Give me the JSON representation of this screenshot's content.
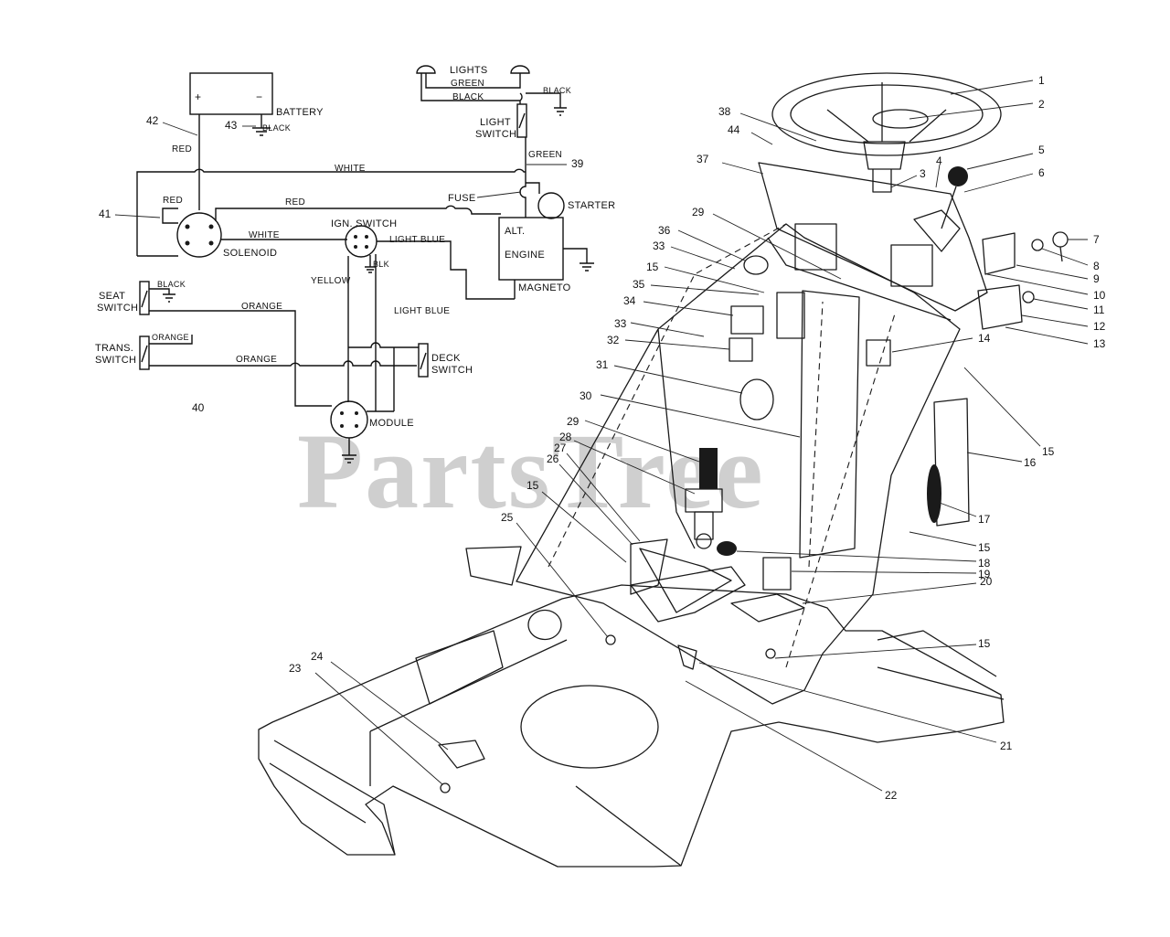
{
  "watermark": "PartsTree",
  "schematic": {
    "battery": "BATTERY",
    "plus": "+",
    "minus": "−",
    "lights": "LIGHTS",
    "light_switch": [
      "LIGHT",
      "SWITCH"
    ],
    "fuse": "FUSE",
    "starter": "STARTER",
    "alt": "ALT.",
    "engine": "ENGINE",
    "magneto": "MAGNETO",
    "solenoid": "SOLENOID",
    "ign_switch": "IGN. SWITCH",
    "seat_switch": [
      "SEAT",
      "SWITCH"
    ],
    "trans_switch": [
      "TRANS.",
      "SWITCH"
    ],
    "deck_switch": [
      "DECK",
      "SWITCH"
    ],
    "module": "MODULE",
    "wires": {
      "red_a": "RED",
      "red_b": "RED",
      "red_c": "RED",
      "black_a": "BLACK",
      "black_b": "BLACK",
      "black_c": "BLACK",
      "white_a": "WHITE",
      "white_b": "WHITE",
      "green_a": "GREEN",
      "green_b": "GREEN",
      "light_blue_a": "LIGHT BLUE",
      "light_blue_b": "LIGHT BLUE",
      "yellow": "YELLOW",
      "blk": "BLK",
      "orange_a": "ORANGE",
      "orange_b": "ORANGE",
      "orange_c": "ORANGE"
    },
    "refs": {
      "r39": "39",
      "r40": "40",
      "r41": "41",
      "r42": "42",
      "r43": "43"
    }
  },
  "callouts": {
    "c1": "1",
    "c2": "2",
    "c3": "3",
    "c4": "4",
    "c5": "5",
    "c6": "6",
    "c7": "7",
    "c8": "8",
    "c9": "9",
    "c10": "10",
    "c11": "11",
    "c12": "12",
    "c13": "13",
    "c14": "14",
    "c15a": "15",
    "c15b": "15",
    "c15c": "15",
    "c15d": "15",
    "c15e": "15",
    "c16": "16",
    "c17": "17",
    "c18": "18",
    "c19": "19",
    "c20": "20",
    "c21": "21",
    "c22": "22",
    "c23": "23",
    "c24": "24",
    "c25": "25",
    "c26": "26",
    "c27": "27",
    "c28": "28",
    "c29a": "29",
    "c29b": "29",
    "c30": "30",
    "c31": "31",
    "c32": "32",
    "c33a": "33",
    "c33b": "33",
    "c34": "34",
    "c35": "35",
    "c36": "36",
    "c37": "37",
    "c38": "38",
    "c44": "44"
  }
}
